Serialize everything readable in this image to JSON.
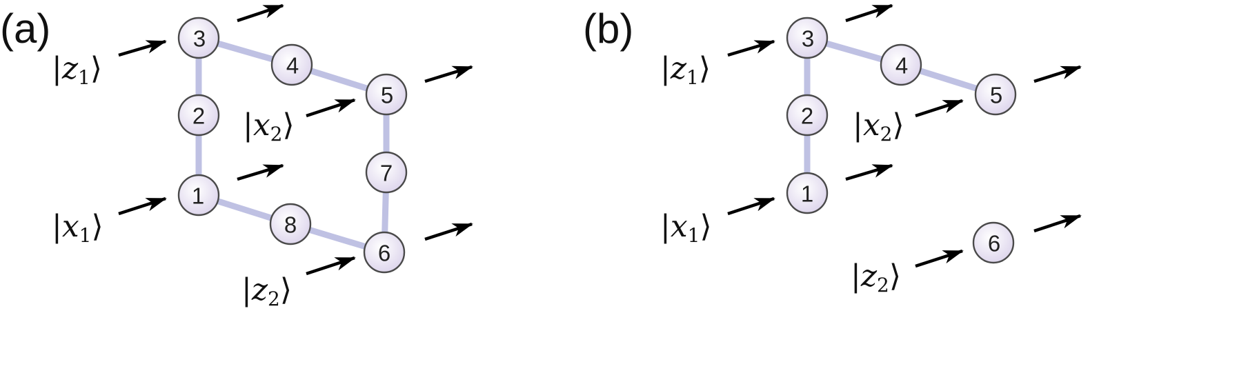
{
  "colors": {
    "edge": "#bfc1e3",
    "node_fill_center": "#ffffff",
    "node_fill_edge": "#ddd5ec",
    "node_stroke": "#4a4a4a",
    "arrow": "#000000"
  },
  "panels": [
    {
      "label": "(a)",
      "nodes": [
        {
          "id": "1",
          "label": "1"
        },
        {
          "id": "2",
          "label": "2"
        },
        {
          "id": "3",
          "label": "3"
        },
        {
          "id": "4",
          "label": "4"
        },
        {
          "id": "5",
          "label": "5"
        },
        {
          "id": "6",
          "label": "6"
        },
        {
          "id": "7",
          "label": "7"
        },
        {
          "id": "8",
          "label": "8"
        }
      ],
      "edges": [
        [
          "1",
          "2"
        ],
        [
          "2",
          "3"
        ],
        [
          "3",
          "4"
        ],
        [
          "4",
          "5"
        ],
        [
          "5",
          "7"
        ],
        [
          "7",
          "6"
        ],
        [
          "6",
          "8"
        ],
        [
          "8",
          "1"
        ]
      ],
      "inputs": [
        {
          "symbol": "z",
          "subscript": "1",
          "node": "3"
        },
        {
          "symbol": "x",
          "subscript": "2",
          "node": "5"
        },
        {
          "symbol": "x",
          "subscript": "1",
          "node": "1"
        },
        {
          "symbol": "z",
          "subscript": "2",
          "node": "6"
        }
      ],
      "outputs": [
        "3",
        "5",
        "1",
        "6"
      ]
    },
    {
      "label": "(b)",
      "nodes": [
        {
          "id": "1",
          "label": "1"
        },
        {
          "id": "2",
          "label": "2"
        },
        {
          "id": "3",
          "label": "3"
        },
        {
          "id": "4",
          "label": "4"
        },
        {
          "id": "5",
          "label": "5"
        },
        {
          "id": "6",
          "label": "6"
        }
      ],
      "edges": [
        [
          "1",
          "2"
        ],
        [
          "2",
          "3"
        ],
        [
          "3",
          "4"
        ],
        [
          "4",
          "5"
        ]
      ],
      "inputs": [
        {
          "symbol": "z",
          "subscript": "1",
          "node": "3"
        },
        {
          "symbol": "x",
          "subscript": "2",
          "node": "5"
        },
        {
          "symbol": "x",
          "subscript": "1",
          "node": "1"
        },
        {
          "symbol": "z",
          "subscript": "2",
          "node": "6"
        }
      ],
      "outputs": [
        "3",
        "5",
        "1",
        "6"
      ]
    }
  ]
}
